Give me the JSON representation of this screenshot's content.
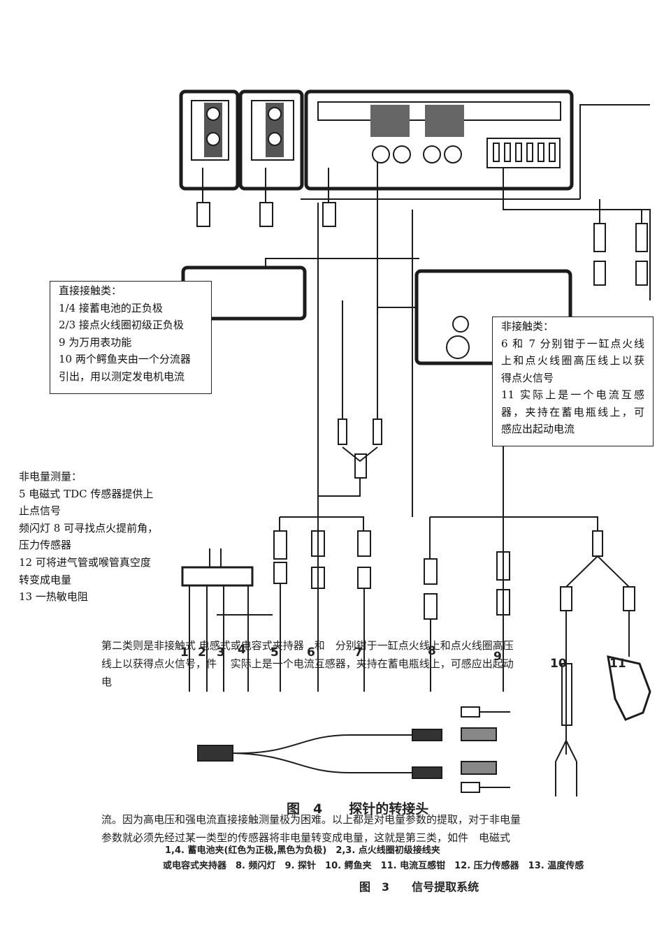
{
  "direct_box": {
    "title": "直接接触类：",
    "items": [
      "1/4 接蓄电池的正负极",
      "2/3 接点火线圈初级正负极",
      "9 为万用表功能",
      "10 两个鳄鱼夹由一个分流器",
      "引出，用以测定发电机电流"
    ]
  },
  "contact_box": {
    "title": "非接触类：",
    "items": [
      "6 和 7 分别钳于一缸点火线",
      "上和点火线圈高压线上以获",
      "得点火信号",
      "11 实际上是一个电流互感",
      "器，夹持在蓄电瓶线上，可",
      "感应出起动电流"
    ]
  },
  "nonelectric": {
    "title": "非电量测量：",
    "items": [
      "5 电磁式 TDC 传感器提供上",
      "止点信号",
      "频闪灯 8 可寻找点火提前角，",
      "压力传感器",
      "12 可将进气管或喉管真空度",
      "转变成电量",
      "13 一热敏电阻"
    ]
  },
  "paragraph1": {
    "lines": [
      "第二类则是非接触式 电感式或电容式夹持器　和　分别钳于一缸点火线上和点火线圈高压",
      "线上以获得点火信号，件　 实际上是一个电流互感器，夹持在蓄电瓶线上，可感应出起动",
      "电"
    ]
  },
  "paragraph2": {
    "lines": [
      "流。因为高电压和强电流直接接触测量极为困难。以上都是对电量参数的提取，对于非电量",
      "参数就必须先经过某一类型的传感器将非电量转变成电量，这就是第三类，如件　电磁式"
    ]
  },
  "figure4_caption": "图　4　　探针的转接头",
  "figure3_legend": {
    "line1": "1,4. 蓄电池夹(红色为正极,黑色为负极)　2,3. 点火线圈初级接线夹",
    "line2": "或电容式夹持器　8. 频闪灯　9. 探针　10. 鳄鱼夹　11. 电流互感钳　12. 压力传感器　13. 温度传感"
  },
  "figure3_caption": "图　3　　信号提取系统",
  "part_numbers": [
    "1",
    "2",
    "3",
    "4",
    "5",
    "6",
    "7",
    "8",
    "9",
    "10",
    "11"
  ]
}
